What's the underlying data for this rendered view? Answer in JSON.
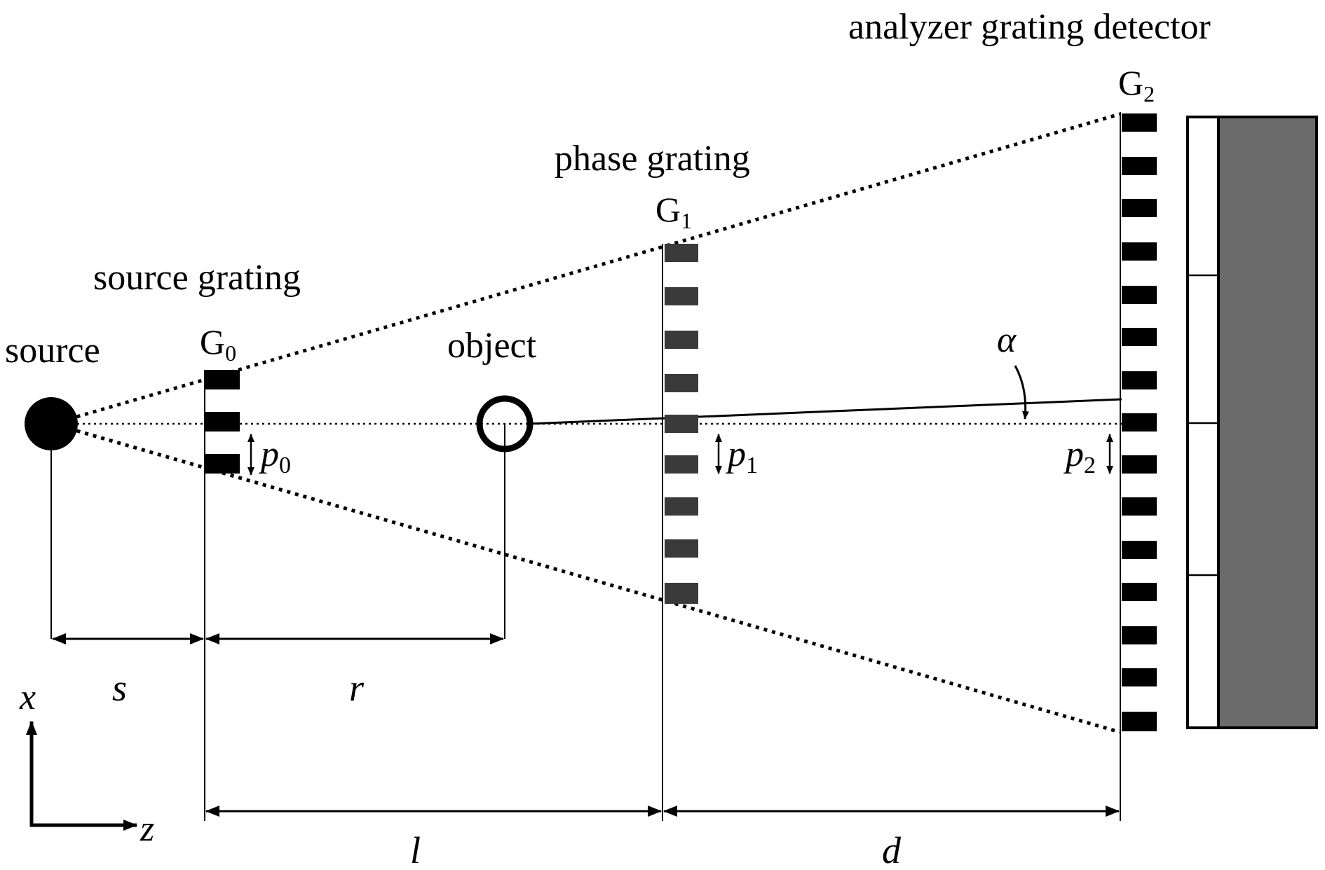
{
  "labels": {
    "source": "source",
    "source_grating": "source grating",
    "g0": "G",
    "g0_sub": "0",
    "object": "object",
    "phase_grating": "phase grating",
    "g1": "G",
    "g1_sub": "1",
    "analyzer_grating_detector": "analyzer grating detector",
    "g2": "G",
    "g2_sub": "2",
    "alpha": "α",
    "p0": "p",
    "p0_sub": "0",
    "p1": "p",
    "p1_sub": "1",
    "p2": "p",
    "p2_sub": "2",
    "dist_s": "s",
    "dist_r": "r",
    "dist_l": "l",
    "dist_d": "d",
    "axis_x": "x",
    "axis_z": "z"
  },
  "colors": {
    "ink": "#000000",
    "phase_grating_bar": "#3a3a3a",
    "detector_fill": "#6b6b6b",
    "background": "#ffffff"
  }
}
